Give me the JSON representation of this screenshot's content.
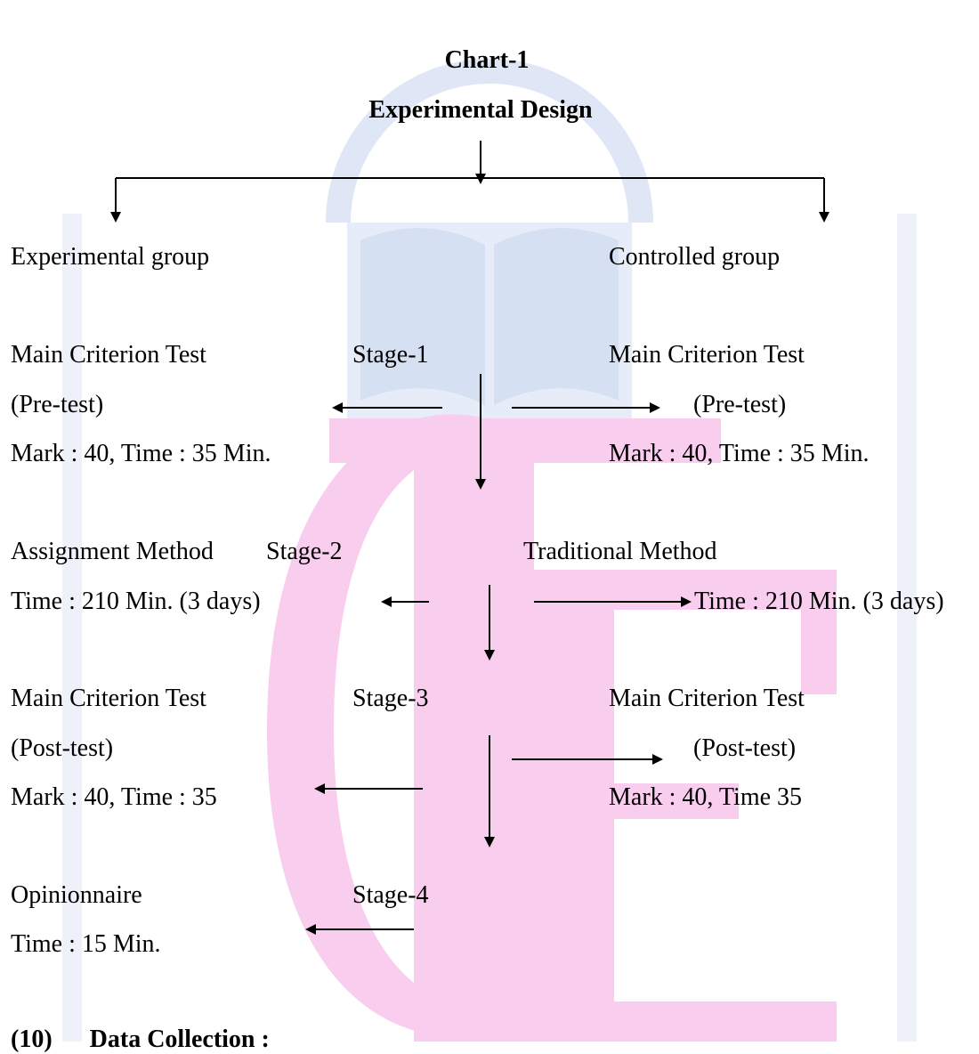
{
  "title": "Chart-1",
  "subtitle": "Experimental Design",
  "groups": {
    "experimental": "Experimental group",
    "controlled": "Controlled group"
  },
  "stage1": {
    "label": "Stage-1",
    "left": [
      "Main Criterion Test",
      "(Pre-test)",
      "Mark : 40, Time : 35 Min."
    ],
    "right": [
      "Main Criterion Test",
      "(Pre-test)",
      "Mark : 40, Time : 35 Min."
    ]
  },
  "stage2": {
    "label": "Stage-2",
    "left": [
      "Assignment Method",
      "Time : 210 Min. (3 days)"
    ],
    "right": [
      "Traditional Method",
      "Time : 210 Min. (3 days)"
    ]
  },
  "stage3": {
    "label": "Stage-3",
    "left": [
      "Main Criterion Test",
      "(Post-test)",
      "Mark : 40, Time : 35"
    ],
    "right": [
      "Main Criterion Test",
      "(Post-test)",
      "Mark : 40, Time 35"
    ]
  },
  "stage4": {
    "label": "Stage-4",
    "left": [
      "Opinionnaire",
      "Time : 15 Min."
    ]
  },
  "section_heading": "(10)      Data Collection :",
  "colors": {
    "watermark_blue": "#c9d4ec",
    "watermark_pink": "#f7b8e8"
  }
}
